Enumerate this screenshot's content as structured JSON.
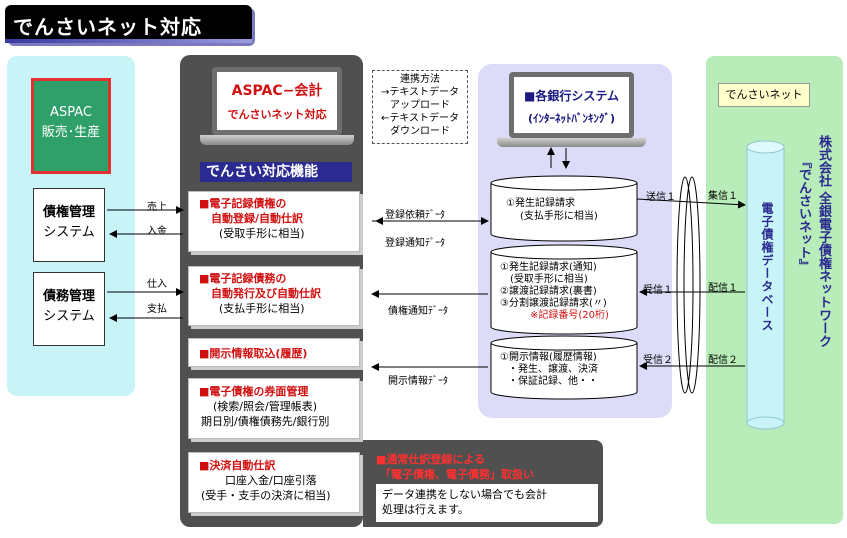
{
  "title": "でんさいネット対応",
  "left": {
    "aspac_sales": [
      "ASPAC",
      "販売･生産"
    ],
    "receivables_system": [
      "債権管理",
      "システム"
    ],
    "debt_system": [
      "債務管理",
      "システム"
    ]
  },
  "left_arrows": {
    "uriage": "売上",
    "nyukin": "入金",
    "shiire": "仕入",
    "shiharai": "支払"
  },
  "laptop_aspac": {
    "line1": "ASPAC−会計",
    "line2": "でんさいネット対応"
  },
  "func_label": "でんさい対応機能",
  "functions": [
    {
      "title1": "■電子記録債権の",
      "title2": "自動登録/自動仕訳",
      "sub": "(受取手形に相当)"
    },
    {
      "title1": "■電子記録債務の",
      "title2": "自動発行及び自動仕訳",
      "sub": "(支払手形に相当)"
    },
    {
      "title1": "■開示情報取込(履歴)"
    },
    {
      "title1": "■電子債権の券面管理",
      "sub": "(検索/照会/管理帳表)",
      "sub2": "期日別/債権債務先/銀行別"
    },
    {
      "title1": "■決済自動仕訳",
      "sub": "口座入金/口座引落",
      "sub2": "(受手・支手の決済に相当)"
    }
  ],
  "regular_note": {
    "title1": "■通常仕訳登録による",
    "title2": "「電子債権、電子債務」取扱い",
    "body1": "データ連携をしない場合でも会計",
    "body2": "処理は行えます。"
  },
  "linkage_note": [
    "連携方法",
    "→テキストデータ",
    "アップロード",
    "←テキストデータ",
    "ダウンロード"
  ],
  "flow_labels": {
    "reg_request": "登録依頼ﾃﾞｰﾀ",
    "reg_notice": "登録通知ﾃﾞｰﾀ",
    "credit_notice": "債権通知ﾃﾞｰﾀ",
    "disclosure": "開示情報ﾃﾞｰﾀ"
  },
  "laptop_bank": {
    "line1": "■各銀行システム",
    "line2": "(ｲﾝﾀｰﾈｯﾄﾊﾞﾝｷﾝｸﾞ)"
  },
  "cyl1": {
    "line1": "①発生記録請求",
    "line2": "(支払手形に相当)"
  },
  "cyl2": {
    "line1": "①発生記録請求(通知)",
    "line2": "(受取手形に相当)",
    "line3": "②譲渡記録請求(裏書)",
    "line4": "③分割譲渡記録請求(〃)",
    "line5": "※記録番号(20桁)"
  },
  "cyl3": {
    "line1": "①開示情報(履歴情報)",
    "line2": "・発生、譲渡、決済",
    "line3": "・保証記録、他・・"
  },
  "right_flow": {
    "send1": "送信１",
    "collect1": "集信１",
    "recv1": "受信１",
    "deliver1": "配信１",
    "recv2": "受信２",
    "deliver2": "配信２"
  },
  "densai_net_label": "でんさいネット",
  "company_name": [
    "株式会社 全銀電子債権ネットワーク",
    "『でんさいネット』"
  ],
  "database_label": "電子債権データベース",
  "colors": {
    "red": "#d01010",
    "navy": "#2a2a90",
    "green_panel": "#b8ecb8",
    "cyan_panel": "#c8f4f8",
    "lavender_panel": "#dcdcf8",
    "dark_panel": "#505050"
  }
}
